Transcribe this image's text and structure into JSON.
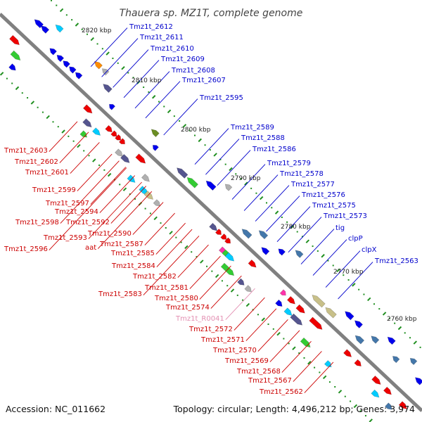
{
  "title": "Thauera sp. MZ1T, complete genome",
  "footer": {
    "accession": "Accession: NC_011662",
    "summary": "Topology: circular; Length: 4,496,212 bp; Genes: 3,974"
  },
  "colors": {
    "backbone": "#808080",
    "label_blue": "#0000cc",
    "label_red": "#cc0000",
    "label_pink": "#e38fb2",
    "tick": "#1f8f1f",
    "gene_palette": [
      "#0000ee",
      "#ee0000",
      "#00ccff",
      "#33cc33",
      "#55558f",
      "#b0b0b0",
      "#c8c089",
      "#ff8c00",
      "#ff33aa",
      "#4477aa",
      "#6b8e23"
    ]
  },
  "kbp_ticks": [
    "2820 kbp",
    "2810 kbp",
    "2800 kbp",
    "2790 kbp",
    "2780 kbp",
    "2770 kbp",
    "2760 kbp"
  ],
  "labels_blue": [
    "Tmz1t_2612",
    "Tmz1t_2611",
    "Tmz1t_2610",
    "Tmz1t_2609",
    "Tmz1t_2608",
    "Tmz1t_2607",
    "Tmz1t_2595",
    "Tmz1t_2589",
    "Tmz1t_2588",
    "Tmz1t_2586",
    "Tmz1t_2579",
    "Tmz1t_2578",
    "Tmz1t_2577",
    "Tmz1t_2576",
    "Tmz1t_2575",
    "Tmz1t_2573",
    "tig",
    "clpP",
    "clpX",
    "Tmz1t_2563"
  ],
  "labels_red": [
    "Tmz1t_2603",
    "Tmz1t_2602",
    "Tmz1t_2601",
    "Tmz1t_2599",
    "Tmz1t_2597",
    "Tmz1t_2594",
    "Tmz1t_2598",
    "Tmz1t_2592",
    "Tmz1t_2593",
    "Tmz1t_2590",
    "Tmz1t_2596",
    "aat",
    "Tmz1t_2587",
    "Tmz1t_2585",
    "Tmz1t_2584",
    "Tmz1t_2582",
    "Tmz1t_2581",
    "Tmz1t_2583",
    "Tmz1t_2580",
    "Tmz1t_2574",
    "Tmz1t_R0041",
    "Tmz1t_2572",
    "Tmz1t_2571",
    "Tmz1t_2570",
    "Tmz1t_2569",
    "Tmz1t_2568",
    "Tmz1t_2567",
    "Tmz1t_2562"
  ],
  "genes": [
    {
      "strand": "minus",
      "d": 48,
      "w": 14,
      "color": "#0000ee",
      "ring": 2
    },
    {
      "strand": "minus",
      "d": 60,
      "w": 12,
      "color": "#0000ee",
      "ring": 2
    },
    {
      "strand": "minus",
      "d": 74,
      "w": 12,
      "color": "#00ccff",
      "ring": 3
    },
    {
      "strand": "minus",
      "d": 90,
      "w": 10,
      "color": "#0000ee",
      "ring": 1
    },
    {
      "strand": "minus",
      "d": 104,
      "w": 10,
      "color": "#0000ee",
      "ring": 1
    },
    {
      "strand": "minus",
      "d": 116,
      "w": 10,
      "color": "#0000ee",
      "ring": 1
    },
    {
      "strand": "minus",
      "d": 128,
      "w": 10,
      "color": "#0000ee",
      "ring": 1
    },
    {
      "strand": "minus",
      "d": 140,
      "w": 10,
      "color": "#0000ee",
      "ring": 1
    },
    {
      "strand": "minus",
      "d": 150,
      "w": 12,
      "color": "#ff8c00",
      "ring": 3
    },
    {
      "strand": "minus",
      "d": 164,
      "w": 10,
      "color": "#b0b0b0",
      "ring": 3
    },
    {
      "strand": "minus",
      "d": 182,
      "w": 14,
      "color": "#55558f",
      "ring": 2
    },
    {
      "strand": "minus",
      "d": 205,
      "w": 8,
      "color": "#0000ee",
      "ring": 1
    },
    {
      "strand": "minus",
      "d": 275,
      "w": 12,
      "color": "#6b8e23",
      "ring": 2
    },
    {
      "strand": "minus",
      "d": 290,
      "w": 8,
      "color": "#0000ee",
      "ring": 1
    },
    {
      "strand": "minus",
      "d": 342,
      "w": 18,
      "color": "#55558f",
      "ring": 1
    },
    {
      "strand": "minus",
      "d": 362,
      "w": 18,
      "color": "#33cc33",
      "ring": 1
    },
    {
      "strand": "minus",
      "d": 384,
      "w": 16,
      "color": "#0000ee",
      "ring": 2
    },
    {
      "strand": "minus",
      "d": 404,
      "w": 10,
      "color": "#b0b0b0",
      "ring": 3
    },
    {
      "strand": "minus",
      "d": 468,
      "w": 16,
      "color": "#4477aa",
      "ring": 1
    },
    {
      "strand": "minus",
      "d": 486,
      "w": 14,
      "color": "#4477aa",
      "ring": 2
    },
    {
      "strand": "minus",
      "d": 504,
      "w": 12,
      "color": "#0000ee",
      "ring": 1
    },
    {
      "strand": "minus",
      "d": 522,
      "w": 10,
      "color": "#0000ee",
      "ring": 2
    },
    {
      "strand": "minus",
      "d": 542,
      "w": 12,
      "color": "#4477aa",
      "ring": 3
    },
    {
      "strand": "minus",
      "d": 608,
      "w": 22,
      "color": "#c8c089",
      "ring": 1
    },
    {
      "strand": "minus",
      "d": 632,
      "w": 18,
      "color": "#c8c089",
      "ring": 1
    },
    {
      "strand": "minus",
      "d": 654,
      "w": 14,
      "color": "#0000ee",
      "ring": 2
    },
    {
      "strand": "minus",
      "d": 672,
      "w": 12,
      "color": "#0000ee",
      "ring": 2
    },
    {
      "strand": "minus",
      "d": 688,
      "w": 14,
      "color": "#4477aa",
      "ring": 1
    },
    {
      "strand": "minus",
      "d": 704,
      "w": 12,
      "color": "#4477aa",
      "ring": 2
    },
    {
      "strand": "minus",
      "d": 722,
      "w": 12,
      "color": "#0000ee",
      "ring": 3
    },
    {
      "strand": "minus",
      "d": 745,
      "w": 10,
      "color": "#4477aa",
      "ring": 2
    },
    {
      "strand": "minus",
      "d": 765,
      "w": 10,
      "color": "#4477aa",
      "ring": 3
    },
    {
      "strand": "minus",
      "d": 790,
      "w": 12,
      "color": "#0000ee",
      "ring": 2
    },
    {
      "strand": "plus",
      "d": 42,
      "w": 16,
      "color": "#ee0000",
      "ring": 1
    },
    {
      "strand": "plus",
      "d": 58,
      "w": 16,
      "color": "#33cc33",
      "ring": 2
    },
    {
      "strand": "plus",
      "d": 66,
      "w": 10,
      "color": "#0000ee",
      "ring": 3
    },
    {
      "strand": "plus",
      "d": 185,
      "w": 14,
      "color": "#ee0000",
      "ring": 1
    },
    {
      "strand": "plus",
      "d": 198,
      "w": 14,
      "color": "#55558f",
      "ring": 2
    },
    {
      "strand": "plus",
      "d": 205,
      "w": 10,
      "color": "#33cc33",
      "ring": 3
    },
    {
      "strand": "plus",
      "d": 216,
      "w": 12,
      "color": "#00ccff",
      "ring": 2
    },
    {
      "strand": "plus",
      "d": 226,
      "w": 10,
      "color": "#ee0000",
      "ring": 1
    },
    {
      "strand": "plus",
      "d": 236,
      "w": 8,
      "color": "#ee0000",
      "ring": 1
    },
    {
      "strand": "plus",
      "d": 244,
      "w": 8,
      "color": "#ee0000",
      "ring": 1
    },
    {
      "strand": "plus",
      "d": 252,
      "w": 8,
      "color": "#ee0000",
      "ring": 1
    },
    {
      "strand": "plus",
      "d": 260,
      "w": 12,
      "color": "#b0b0b0",
      "ring": 2
    },
    {
      "strand": "plus",
      "d": 272,
      "w": 14,
      "color": "#55558f",
      "ring": 2
    },
    {
      "strand": "plus",
      "d": 288,
      "w": 16,
      "color": "#ee0000",
      "ring": 1
    },
    {
      "strand": "plus",
      "d": 298,
      "w": 12,
      "color": "#00ccff",
      "ring": 3
    },
    {
      "strand": "plus",
      "d": 312,
      "w": 12,
      "color": "#b0b0b0",
      "ring": 2
    },
    {
      "strand": "plus",
      "d": 322,
      "w": 14,
      "color": "#00ccff",
      "ring": 3
    },
    {
      "strand": "plus",
      "d": 332,
      "w": 14,
      "color": "#c8c089",
      "ring": 3
    },
    {
      "strand": "plus",
      "d": 348,
      "w": 10,
      "color": "#b0b0b0",
      "ring": 3
    },
    {
      "strand": "plus",
      "d": 430,
      "w": 12,
      "color": "#55558f",
      "ring": 1
    },
    {
      "strand": "plus",
      "d": 440,
      "w": 8,
      "color": "#ee0000",
      "ring": 1
    },
    {
      "strand": "plus",
      "d": 450,
      "w": 8,
      "color": "#ee0000",
      "ring": 1
    },
    {
      "strand": "plus",
      "d": 458,
      "w": 8,
      "color": "#ee0000",
      "ring": 1
    },
    {
      "strand": "plus",
      "d": 462,
      "w": 10,
      "color": "#ff33aa",
      "ring": 2
    },
    {
      "strand": "plus",
      "d": 470,
      "w": 14,
      "color": "#33cc33",
      "ring": 2
    },
    {
      "strand": "plus",
      "d": 476,
      "w": 14,
      "color": "#00ccff",
      "ring": 2
    },
    {
      "strand": "plus",
      "d": 486,
      "w": 22,
      "color": "#33cc33",
      "ring": 3
    },
    {
      "strand": "plus",
      "d": 506,
      "w": 12,
      "color": "#ee0000",
      "ring": 1
    },
    {
      "strand": "plus",
      "d": 512,
      "w": 10,
      "color": "#55558f",
      "ring": 3
    },
    {
      "strand": "plus",
      "d": 526,
      "w": 10,
      "color": "#b0b0b0",
      "ring": 3
    },
    {
      "strand": "plus",
      "d": 566,
      "w": 8,
      "color": "#ff33aa",
      "ring": 1
    },
    {
      "strand": "plus",
      "d": 572,
      "w": 10,
      "color": "#0000ee",
      "ring": 2
    },
    {
      "strand": "plus",
      "d": 582,
      "w": 12,
      "color": "#ee0000",
      "ring": 1
    },
    {
      "strand": "plus",
      "d": 590,
      "w": 12,
      "color": "#00ccff",
      "ring": 2
    },
    {
      "strand": "plus",
      "d": 600,
      "w": 14,
      "color": "#ee0000",
      "ring": 1
    },
    {
      "strand": "plus",
      "d": 606,
      "w": 20,
      "color": "#55558f",
      "ring": 2
    },
    {
      "strand": "plus",
      "d": 630,
      "w": 22,
      "color": "#ee0000",
      "ring": 1
    },
    {
      "strand": "plus",
      "d": 638,
      "w": 16,
      "color": "#33cc33",
      "ring": 3
    },
    {
      "strand": "plus",
      "d": 682,
      "w": 10,
      "color": "#00ccff",
      "ring": 3
    },
    {
      "strand": "plus",
      "d": 692,
      "w": 12,
      "color": "#ee0000",
      "ring": 1
    },
    {
      "strand": "plus",
      "d": 712,
      "w": 10,
      "color": "#ee0000",
      "ring": 1
    },
    {
      "strand": "plus",
      "d": 748,
      "w": 14,
      "color": "#ee0000",
      "ring": 1
    },
    {
      "strand": "plus",
      "d": 760,
      "w": 12,
      "color": "#00ccff",
      "ring": 2
    },
    {
      "strand": "plus",
      "d": 770,
      "w": 12,
      "color": "#ee0000",
      "ring": 1
    },
    {
      "strand": "plus",
      "d": 786,
      "w": 10,
      "color": "#4477aa",
      "ring": 2
    },
    {
      "strand": "plus",
      "d": 800,
      "w": 12,
      "color": "#ee0000",
      "ring": 1
    },
    {
      "strand": "plus",
      "d": 812,
      "w": 10,
      "color": "#00ccff",
      "ring": 3
    }
  ]
}
